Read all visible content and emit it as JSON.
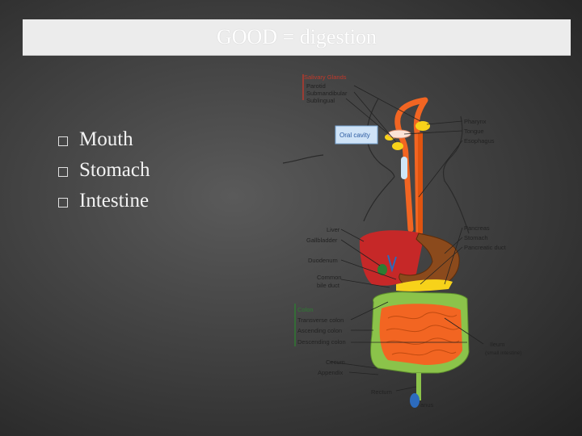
{
  "slide": {
    "title": "GOOD = digestion"
  },
  "bullets": [
    "Mouth",
    "Stomach",
    "Intestine"
  ],
  "diagram": {
    "salivary": {
      "heading": "Salivary Glands",
      "items": [
        "Parotid",
        "Submandibular",
        "Sublingual"
      ]
    },
    "oral_cavity": "Oral cavity",
    "right_upper": [
      "Pharynx",
      "Tongue",
      "Esophagus"
    ],
    "left_mid": [
      "Liver",
      "Gallbladder",
      "Duodenum",
      "Common",
      "bile duct"
    ],
    "right_mid": [
      "Pancreas",
      "Stomach",
      "Pancreatic duct"
    ],
    "colon": {
      "heading": "Colon",
      "items": [
        "Transverse colon",
        "Ascending colon",
        "Descending colon"
      ]
    },
    "lower_left": [
      "Cecum",
      "Appendix"
    ],
    "ileum": "Ileum",
    "ileum_sub": "(small intestine)",
    "rectum": "Rectum",
    "anus": "anus"
  },
  "colors": {
    "esophagus": "#f26522",
    "liver": "#d32f2f",
    "stomach": "#8b4513",
    "small_intestine": "#f26522",
    "colon": "#8bc34a",
    "label_red": "#c0392b",
    "label_green": "#2e7d32"
  }
}
